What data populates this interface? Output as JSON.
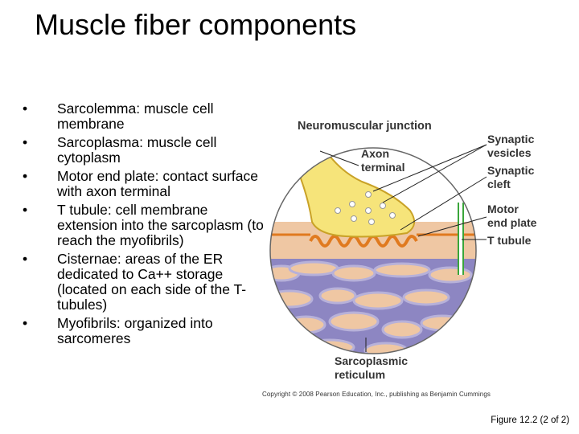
{
  "slide": {
    "title": "Muscle fiber components",
    "bullets": [
      {
        "marker": "•",
        "text": "Sarcolemma: muscle cell membrane"
      },
      {
        "marker": "•",
        "text": "Sarcoplasma: muscle cell cytoplasm"
      },
      {
        "marker": "•",
        "text": "Motor end plate: contact surface with axon terminal"
      },
      {
        "marker": "•",
        "text": "T tubule: cell membrane extension into the sarcoplasm (to reach the myofibrils)"
      },
      {
        "marker": "•",
        "text": "Cisternae: areas of the ER dedicated to Ca++ storage (located on each side of the T-tubules)"
      },
      {
        "marker": "•",
        "text": "Myofibrils: organized into sarcomeres"
      }
    ],
    "caption": "Figure 12.2 (2 of 2)"
  },
  "figure": {
    "heading": "Neuromuscular junction",
    "labels": {
      "axon_terminal_1": "Axon",
      "axon_terminal_2": "terminal",
      "synaptic_vesicles_1": "Synaptic",
      "synaptic_vesicles_2": "vesicles",
      "synaptic_cleft_1": "Synaptic",
      "synaptic_cleft_2": "cleft",
      "motor_end_plate_1": "Motor",
      "motor_end_plate_2": "end plate",
      "t_tubule": "T tubule",
      "sarcoplasmic_reticulum_1": "Sarcoplasmic",
      "sarcoplasmic_reticulum_2": "reticulum"
    },
    "copyright": "Copyright © 2008 Pearson Education, Inc., publishing as Benjamin Cummings",
    "colors": {
      "axon": "#f6e47a",
      "axon_outline": "#c9a227",
      "cytoplasm": "#efc7a3",
      "membrane": "#e07a1f",
      "reticulum": "#b7b1d9",
      "reticulum_dark": "#8d86c2",
      "t_tubule": "#3aa63a"
    }
  }
}
